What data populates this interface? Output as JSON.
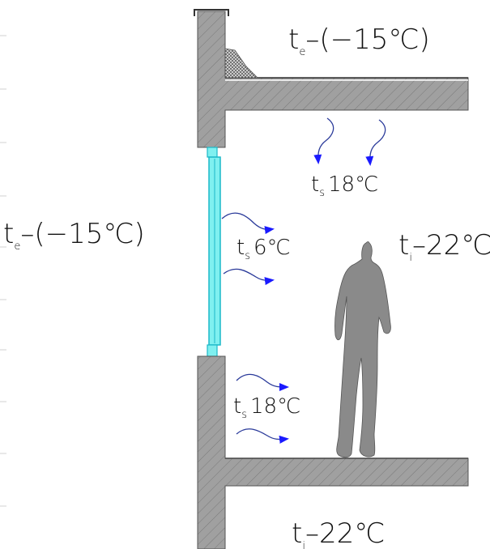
{
  "diagram": {
    "labels": {
      "exterior_top_sym": "t",
      "exterior_top_sub": "e",
      "exterior_top_val": "–(−15℃)",
      "exterior_left_sym": "t",
      "exterior_left_sub": "e",
      "exterior_left_val": "–(−15℃)",
      "ceiling_surface_sym": "t",
      "ceiling_surface_sub": "s",
      "ceiling_surface_val": "18℃",
      "window_surface_sym": "t",
      "window_surface_sub": "s",
      "window_surface_val": "6℃",
      "wall_surface_sym": "t",
      "wall_surface_sub": "s",
      "wall_surface_val": "18℃",
      "interior_sym": "t",
      "interior_sub": "i",
      "interior_val": "–22℃",
      "below_sym": "t",
      "below_sub": "i",
      "below_val": "–22℃"
    },
    "colors": {
      "concrete": "#a0a0a0",
      "hatch": "#7a7a7a",
      "glass": "#7ff0f0",
      "glass_edge": "#1cb8c8",
      "arrow_line": "#2a3a9a",
      "arrow_head": "#1a1aff",
      "person": "#8a8a8a"
    }
  }
}
